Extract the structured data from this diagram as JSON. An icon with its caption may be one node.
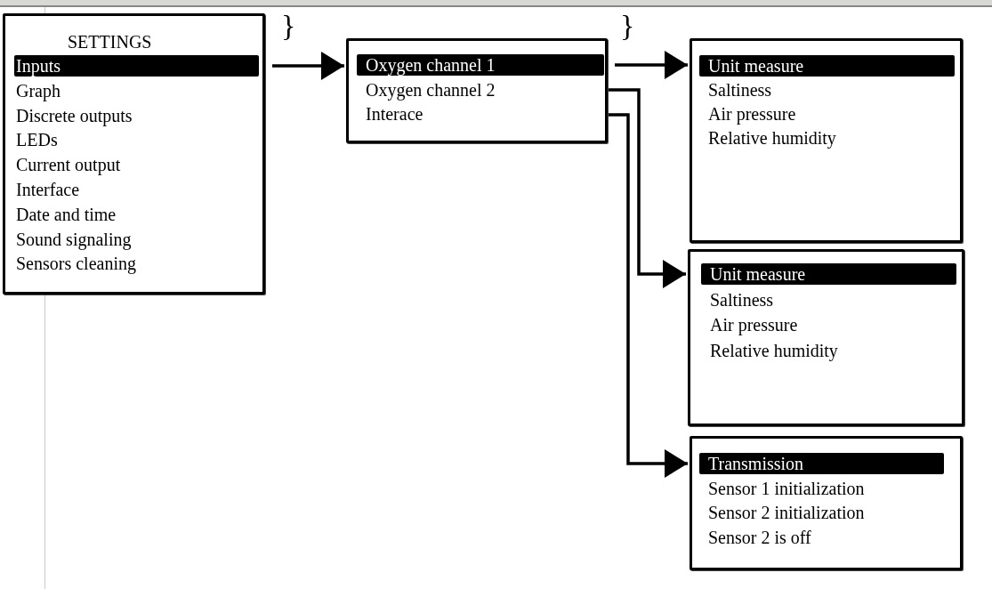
{
  "diagram": {
    "nodes": [
      {
        "text": [
          "SETTINGS"
        ]
      },
      {
        "text": [
          "Inputs"
        ],
        "in": 0
      },
      {
        "text": [
          "Graph"
        ],
        "in": 0
      },
      {
        "text": [
          "Discrete outputs"
        ],
        "in": 0
      },
      {
        "text": [
          "LEDs"
        ],
        "in": 0
      },
      {
        "text": [
          "Current output"
        ],
        "in": 0
      },
      {
        "text": [
          "Interface"
        ],
        "in": 0
      },
      {
        "text": [
          "Date and time"
        ],
        "in": 0
      },
      {
        "text": [
          "Sound signaling"
        ],
        "in": 0
      },
      {
        "text": [
          "Sensors cleaning"
        ],
        "in": 0
      },
      {
        "text": [],
        "shape": "box"
      },
      {
        "text": [
          "Oxygen channel 1"
        ],
        "in": 10
      },
      {
        "text": [
          "Oxygen channel 2"
        ],
        "in": 10
      },
      {
        "text": [
          "Interace"
        ],
        "in": 10
      },
      {
        "text": [],
        "shape": "box"
      },
      {
        "text": [
          "Unit measure"
        ],
        "in": 14
      },
      {
        "text": [
          "Saltiness"
        ],
        "in": 14
      },
      {
        "text": [
          "Air pressure"
        ],
        "in": 14
      },
      {
        "text": [
          "Relative humidity"
        ],
        "in": 14
      },
      {
        "text": [],
        "shape": "box"
      },
      {
        "text": [
          "Unit measure"
        ],
        "in": 19
      },
      {
        "text": [
          "Saltiness"
        ],
        "in": 19
      },
      {
        "text": [
          "Air pressure"
        ],
        "in": 19
      },
      {
        "text": [
          "Relative humidity"
        ],
        "in": 19
      },
      {
        "text": [],
        "shape": "box"
      },
      {
        "text": [
          "Transmission"
        ],
        "in": 24
      },
      {
        "text": [
          "Sensor 1 initialization"
        ],
        "in": 24
      },
      {
        "text": [
          "Sensor 2 initialization"
        ],
        "in": 24
      },
      {
        "text": [
          "Sensor 2 is off"
        ],
        "in": 24
      }
    ],
    "edges": [
      {
        "from": 1,
        "to": 10,
        "arrow": "to"
      },
      {
        "from": 11,
        "to": 14,
        "arrow": "to"
      },
      {
        "from": 10,
        "to": 19,
        "arrow": "to"
      },
      {
        "from": 10,
        "to": 24,
        "arrow": "to"
      }
    ],
    "labels": [
      "}",
      "}"
    ]
  }
}
